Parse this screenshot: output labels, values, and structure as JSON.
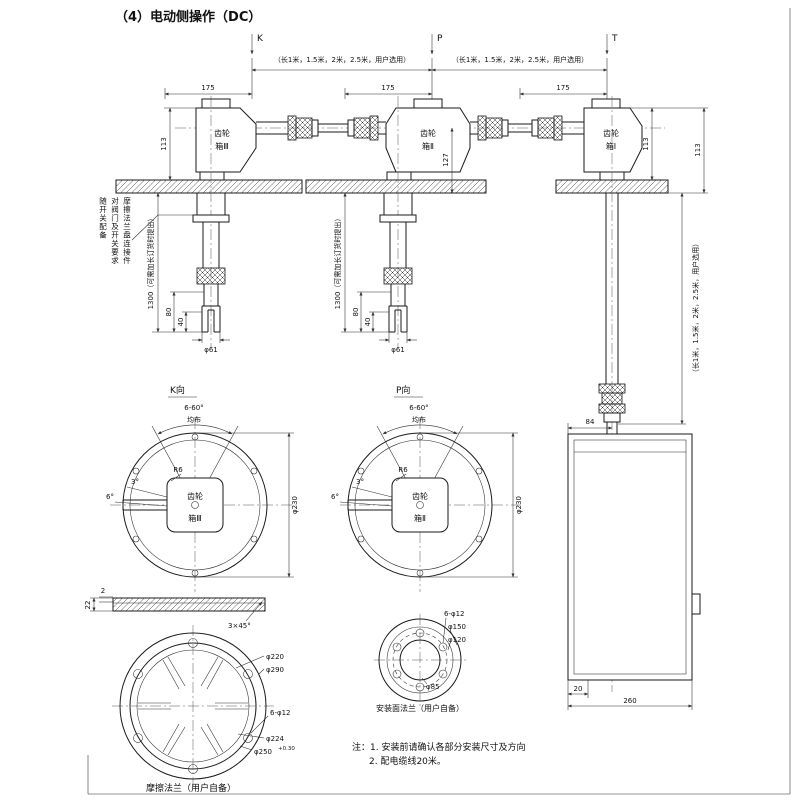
{
  "title": "（4）电动侧操作（DC）",
  "markers": {
    "k": "K",
    "p": "P",
    "t": "T",
    "k_view": "K向",
    "p_view": "P向"
  },
  "dims": {
    "length_note": "（长1米，1.5米，2米，2.5米，用户选用）",
    "d175": "175",
    "d113": "113",
    "d127": "127",
    "d1300": "1300（可需加长订货时提出）",
    "d40": "40",
    "d80": "80",
    "d61": "φ61",
    "d84": "84",
    "d20": "20",
    "d260": "260",
    "d230": "φ230",
    "fan": "6-60°",
    "fan_even": "均布",
    "r6": "R6",
    "a3": "3°",
    "a6": "6°",
    "sec_2": "2",
    "sec_22": "22",
    "chamfer": "3×45°",
    "f220": "φ220",
    "f290": "φ290",
    "f_bolt": "6-φ12",
    "f224": "φ224",
    "f250": "φ250",
    "f250_tol": "+0.30",
    "m_bolt": "6-φ12",
    "m150": "φ150",
    "m120": "φ120",
    "m85": "φ85"
  },
  "gearboxes": {
    "g3_l1": "齿轮",
    "g3_l2": "箱Ⅲ",
    "g2_l1": "齿轮",
    "g2_l2": "箱Ⅱ",
    "g1_l1": "齿轮",
    "g1_l2": "箱Ⅰ"
  },
  "annotations": {
    "left_col1": "摩擦法兰盘连接件",
    "left_col2": "对阀门及开关要求",
    "left_col3": "随开关配备",
    "rod_length": "（长1米，1.5米，2米，2.5米，用户选用）",
    "friction_flange_caption": "摩擦法兰（用户自备）",
    "mount_flange_caption": "安装面法兰（用户自备）",
    "note1": "注：1. 安装前请确认各部分安装尺寸及方向",
    "note2": "2. 配电缆线20米。"
  }
}
